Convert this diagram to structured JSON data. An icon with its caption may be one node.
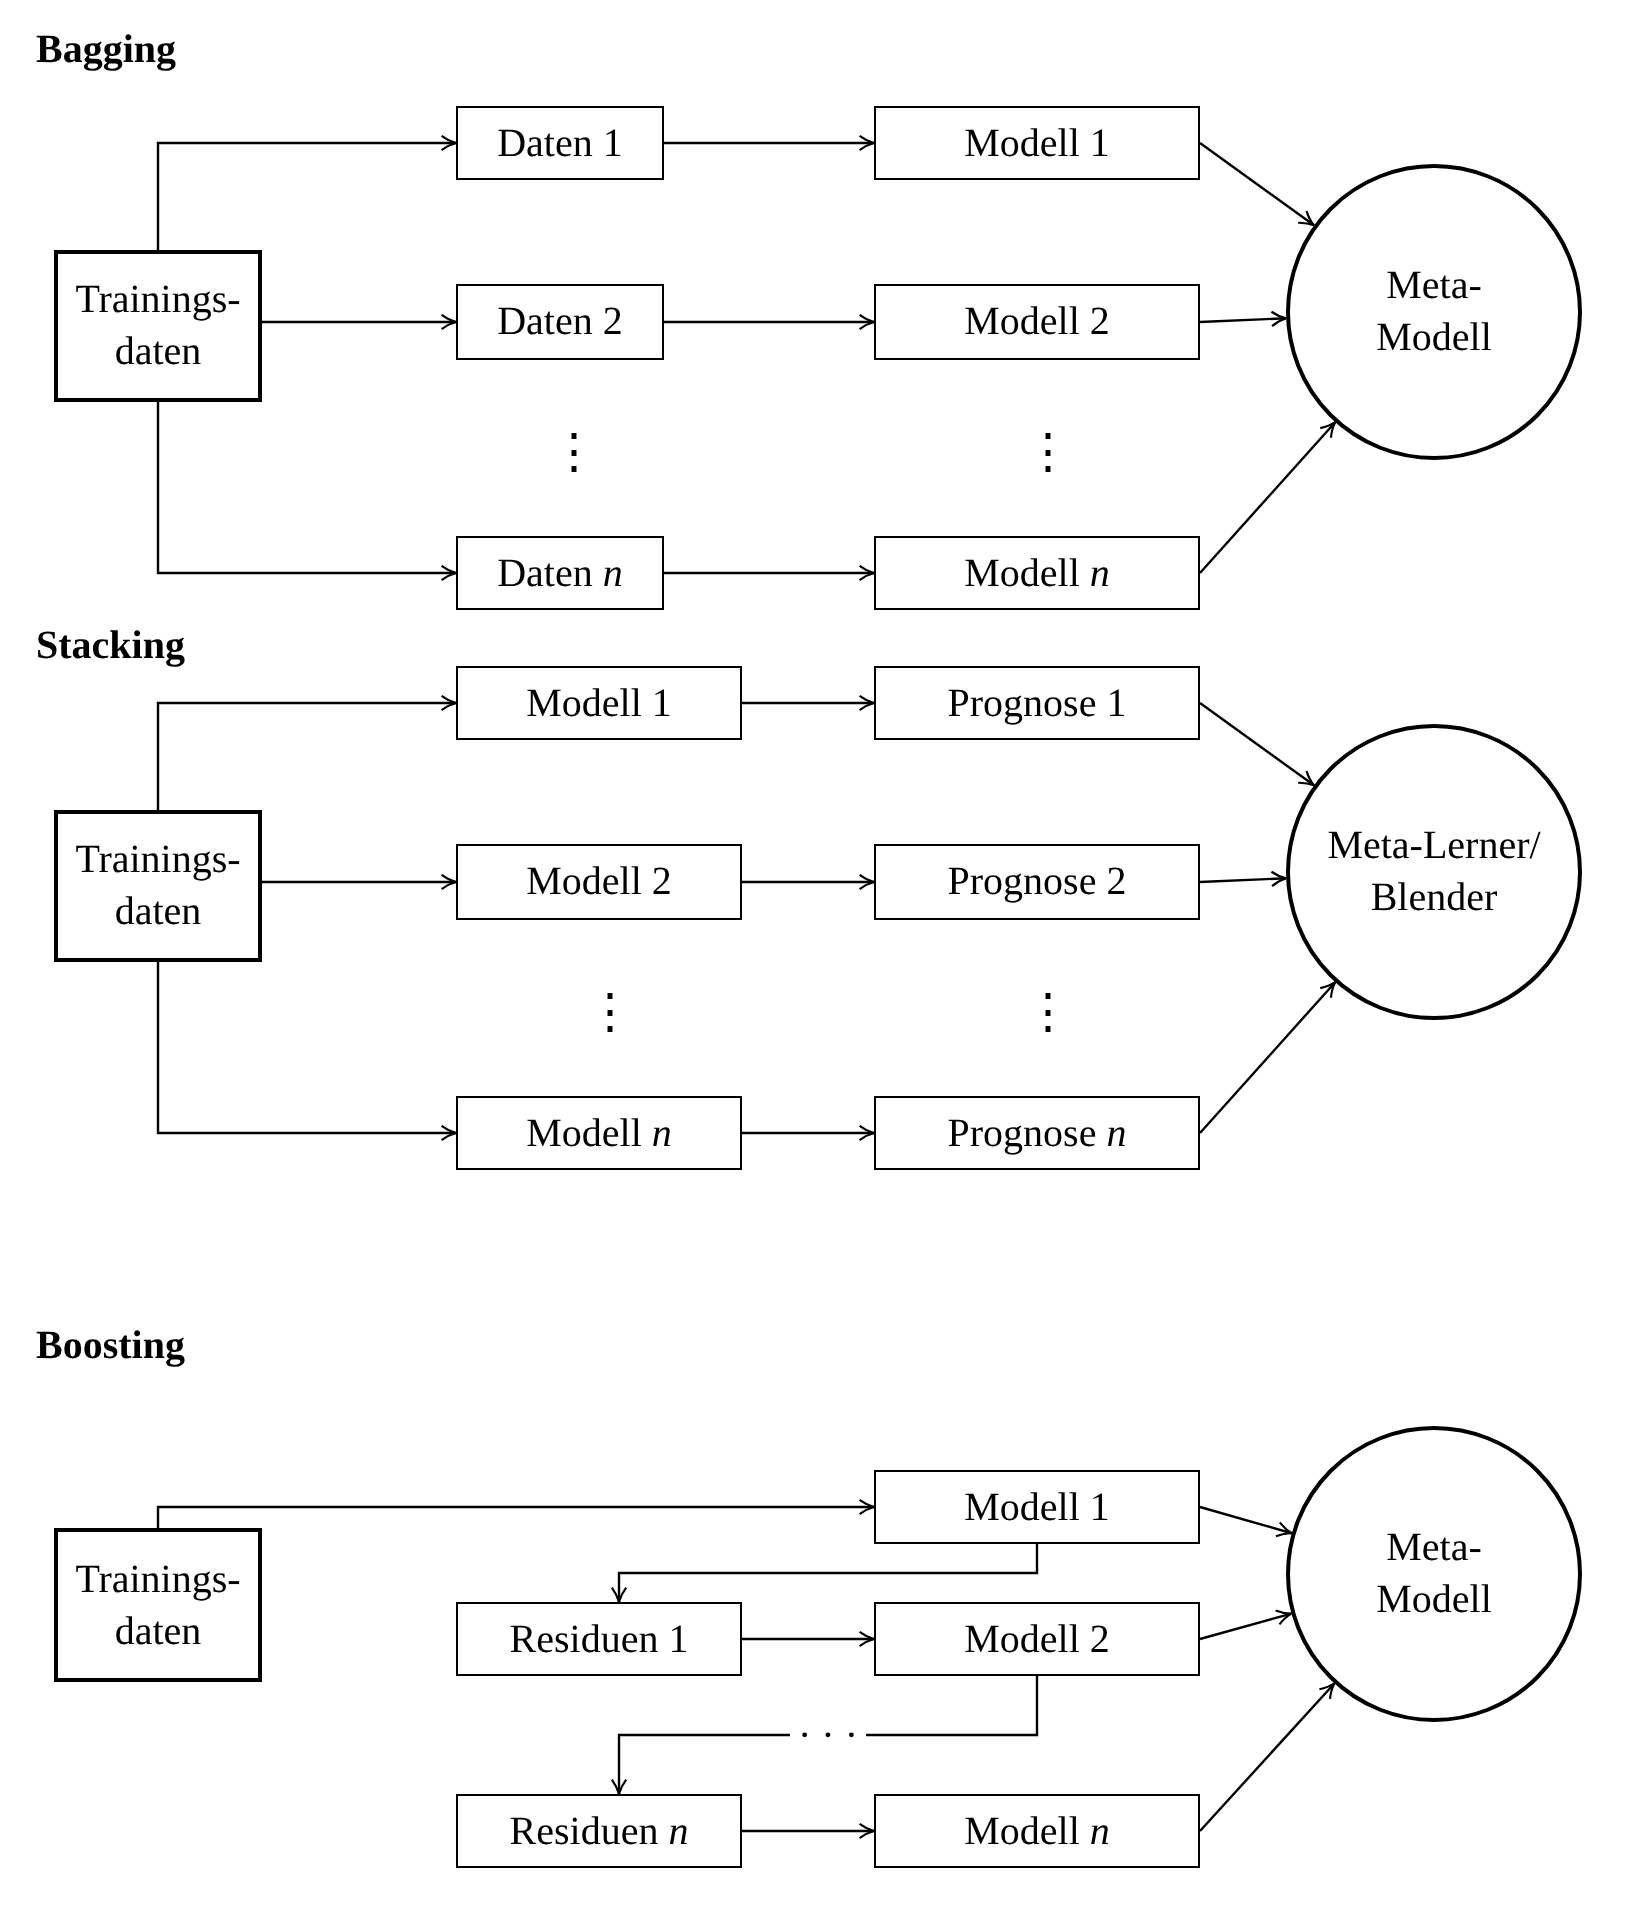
{
  "diagram": {
    "nodes": [
      {
        "text": [
          "Trainings- daten"
        ]
      },
      {
        "text": [
          "Daten 1"
        ]
      },
      {
        "text": [
          "Modell 1"
        ]
      },
      {
        "text": [
          "Daten 2"
        ]
      },
      {
        "text": [
          "Modell 2"
        ]
      },
      {
        "text": [
          "Daten *n*"
        ]
      },
      {
        "text": [
          "Modell *n*"
        ]
      },
      {
        "text": [
          "Meta- Modell"
        ]
      },
      {
        "text": [
          "Trainings- daten"
        ]
      },
      {
        "text": [
          "Modell 1"
        ]
      },
      {
        "text": [
          "Prognose 1"
        ]
      },
      {
        "text": [
          "Modell 2"
        ]
      },
      {
        "text": [
          "Prognose 2"
        ]
      },
      {
        "text": [
          "Modell *n*"
        ]
      },
      {
        "text": [
          "Prognose *n*"
        ]
      },
      {
        "text": [
          "Meta-Lerner/ Blender"
        ]
      },
      {
        "text": [
          "Trainings- daten"
        ]
      },
      {
        "text": [
          "Modell 1"
        ]
      },
      {
        "text": [
          "Residuen 1"
        ]
      },
      {
        "text": [
          "Modell 2"
        ]
      },
      {
        "text": [
          "Residuen *n*"
        ]
      },
      {
        "text": [
          "Modell *n*"
        ]
      },
      {
        "text": [
          "Meta- Modell"
        ]
      }
    ],
    "edges": [
      {
        "from": 0,
        "to": 1,
        "arrow": "to"
      },
      {
        "from": 0,
        "to": 3,
        "arrow": "to"
      },
      {
        "from": 0,
        "to": 5,
        "arrow": "to"
      },
      {
        "from": 1,
        "to": 2,
        "arrow": "to"
      },
      {
        "from": 3,
        "to": 4,
        "arrow": "to"
      },
      {
        "from": 5,
        "to": 6,
        "arrow": "to"
      },
      {
        "from": 2,
        "to": 7,
        "arrow": "to"
      },
      {
        "from": 4,
        "to": 7,
        "arrow": "to"
      },
      {
        "from": 6,
        "to": 7,
        "arrow": "to"
      },
      {
        "from": 8,
        "to": 9,
        "arrow": "to"
      },
      {
        "from": 8,
        "to": 11,
        "arrow": "to"
      },
      {
        "from": 8,
        "to": 13,
        "arrow": "to"
      },
      {
        "from": 9,
        "to": 10,
        "arrow": "to"
      },
      {
        "from": 11,
        "to": 12,
        "arrow": "to"
      },
      {
        "from": 13,
        "to": 14,
        "arrow": "to"
      },
      {
        "from": 10,
        "to": 15,
        "arrow": "to"
      },
      {
        "from": 12,
        "to": 15,
        "arrow": "to"
      },
      {
        "from": 14,
        "to": 15,
        "arrow": "to"
      },
      {
        "from": 16,
        "to": 17,
        "arrow": "to"
      },
      {
        "from": 17,
        "to": 18,
        "arrow": "to"
      },
      {
        "from": 18,
        "to": 19,
        "arrow": "to"
      },
      {
        "from": 19,
        "to": 20,
        "label": "· · ·",
        "arrow": "to"
      },
      {
        "from": 20,
        "to": 21,
        "arrow": "to"
      },
      {
        "from": 17,
        "to": 22,
        "arrow": "to"
      },
      {
        "from": 19,
        "to": 22,
        "arrow": "to"
      },
      {
        "from": 21,
        "to": 22,
        "arrow": "to"
      }
    ],
    "labels": [
      "Bagging",
      "⋮",
      "⋮",
      "Stacking",
      "⋮",
      "⋮",
      "Boosting"
    ]
  }
}
